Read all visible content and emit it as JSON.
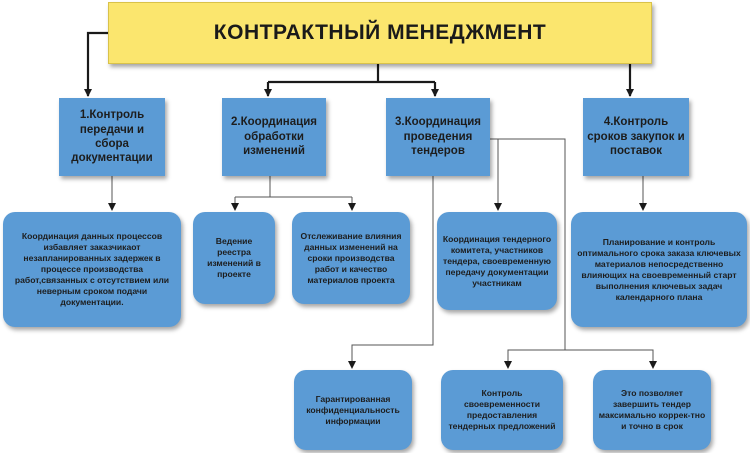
{
  "title": "КОНТРАКТНЫЙ  МЕНЕДЖМЕНТ",
  "colors": {
    "box": "#5b9bd5",
    "title_box": "#fbe66e",
    "connector": "#1a1a1a"
  },
  "categories": [
    {
      "label": "1.Контроль передачи и сбора документации"
    },
    {
      "label": "2.Координация обработки изменений"
    },
    {
      "label": "3.Координация проведения тендеров"
    },
    {
      "label": "4.Контроль сроков закупок и поставок"
    }
  ],
  "details": [
    {
      "label": "Координация данных процессов избавляет заказчикаот незапланированных задержек в процессе производства работ,связанных с отсутствием или неверным сроком подачи документации."
    },
    {
      "label": "Ведение реестра изменений в проекте"
    },
    {
      "label": "Отслеживание влияния данных изменений на сроки производства работ и качество материалов проекта"
    },
    {
      "label": "Координация тендерного комитета, участников тендера, своевременную передачу документации участникам"
    },
    {
      "label": "Планирование и контроль оптимального срока заказа ключевых материалов непосредственно влияющих на своевременный старт выполнения ключевых задач календарного плана"
    },
    {
      "label": "Гарантированная конфиденциальность информации"
    },
    {
      "label": "Контроль своевременности предоставления тендерных предложений"
    },
    {
      "label": "Это позволяет завершить тендер максимально коррек-тно и точно в срок"
    }
  ]
}
